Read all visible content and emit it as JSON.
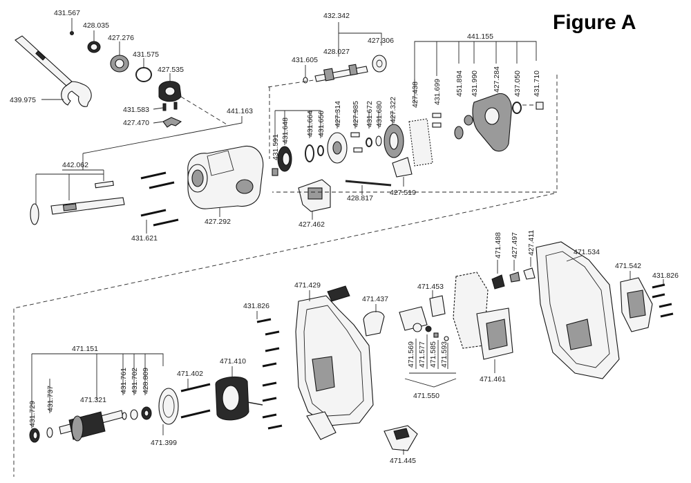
{
  "figure_title": "Figure A",
  "labels": {
    "p431_567": "431.567",
    "p428_035": "428.035",
    "p427_276": "427.276",
    "p431_575": "431.575",
    "p427_535": "427.535",
    "p439_975": "439.975",
    "p431_583": "431.583",
    "p427_470": "427.470",
    "p441_163": "441.163",
    "p442_062": "442.062",
    "p431_621": "431.621",
    "p427_292": "427.292",
    "p432_342": "432.342",
    "p428_027": "428.027",
    "p427_306": "427.306",
    "p431_605": "431.605",
    "p431_591": "431.591",
    "p431_648": "431.648",
    "p431_664": "431.664",
    "p431_656": "431.656",
    "p427_314": "427.314",
    "p427_985": "427.985",
    "p431_672": "431.672",
    "p431_680": "431.680",
    "p427_322": "427.322",
    "p427_462": "427.462",
    "p428_817": "428.817",
    "p427_519": "427.519",
    "p441_155": "441.155",
    "p427_438": "427.438",
    "p431_699": "431.699",
    "p451_894": "451.894",
    "p431_990": "431.990",
    "p427_284": "427.284",
    "p437_050": "437.050",
    "p431_710": "431.710",
    "p471_429": "471.429",
    "p431_826a": "431.826",
    "p471_437": "471.437",
    "p471_453": "471.453",
    "p471_488": "471.488",
    "p427_497": "427.497",
    "p427_411": "427.411",
    "p471_534": "471.534",
    "p471_542": "471.542",
    "p431_826b": "431.826",
    "p471_151": "471.151",
    "p431_729": "431.729",
    "p431_737": "431.737",
    "p471_321": "471.321",
    "p431_761": "431.761",
    "p431_702": "431.702",
    "p428_809": "428.809",
    "p471_402": "471.402",
    "p471_410": "471.410",
    "p471_399": "471.399",
    "p471_569": "471.569",
    "p471_577": "471.577",
    "p471_585": "471.585",
    "p471_593": "471.593",
    "p471_550": "471.550",
    "p471_461": "471.461",
    "p471_445": "471.445"
  }
}
